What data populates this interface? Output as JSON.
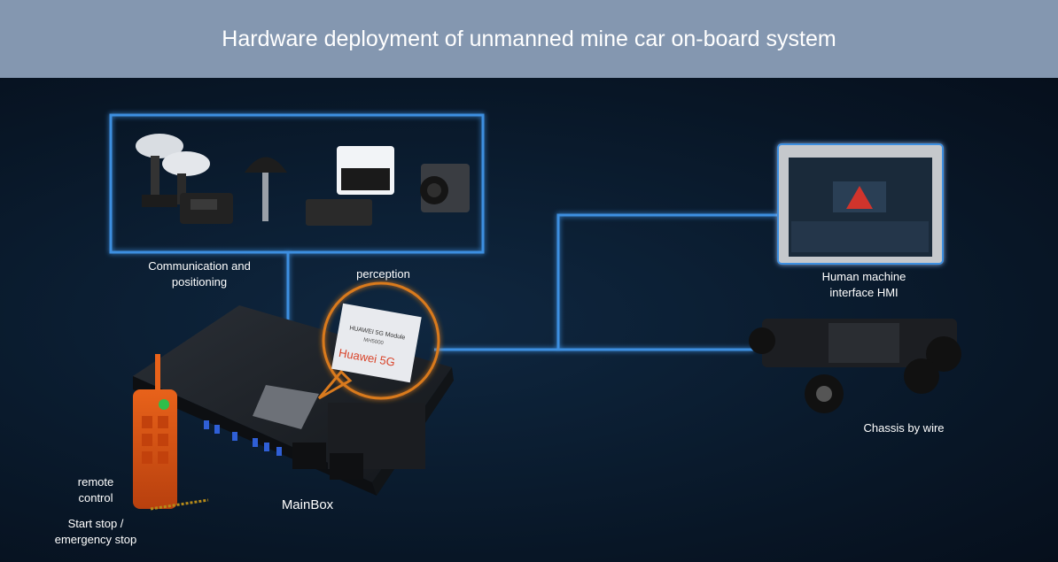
{
  "title": "Hardware deployment of unmanned mine car on-board system",
  "labels": {
    "communication": "Communication and\npositioning",
    "perception": "perception",
    "hmi": "Human machine\ninterface HMI",
    "chassis": "Chassis by wire",
    "remote": "remote\ncontrol",
    "startstop": "Start stop /\nemergency stop",
    "mainbox": "MainBox"
  },
  "chip": {
    "line1": "HUAWEI 5G Module",
    "line2": "MH5000",
    "brand": "Huawei 5G"
  },
  "colors": {
    "banner": "#8497b0",
    "wire": "#3d8fe0",
    "glow": "#d97a1e"
  }
}
